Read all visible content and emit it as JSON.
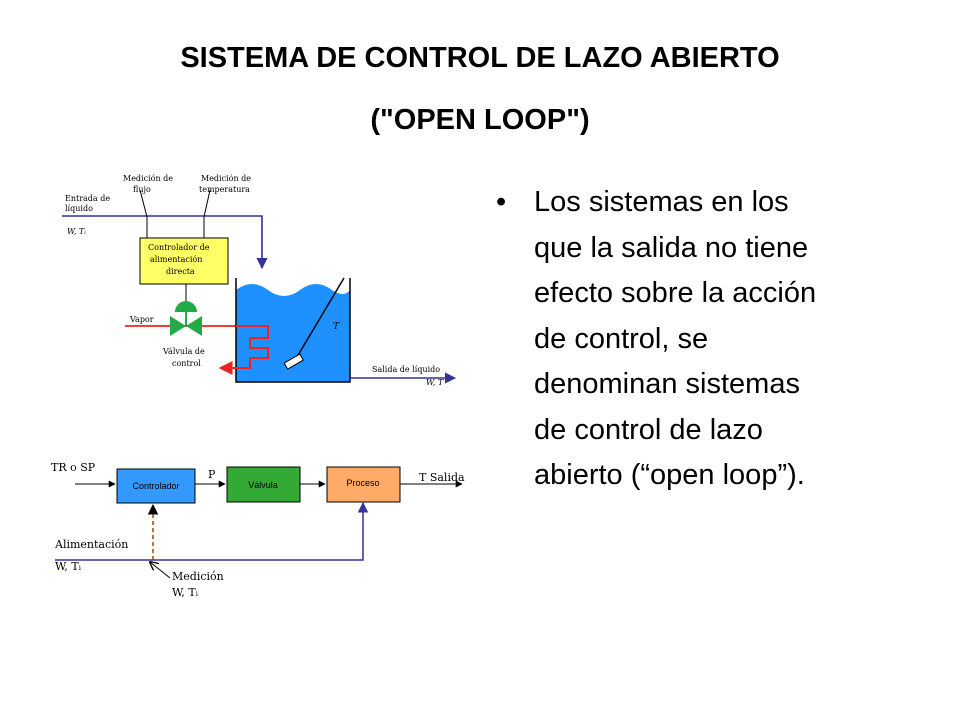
{
  "slide": {
    "title_line1": "SISTEMA DE CONTROL DE LAZO ABIERTO",
    "title_line2": "(\"OPEN LOOP\")",
    "bullet_lines": [
      "Los sistemas en los",
      "que la salida no tiene",
      "efecto sobre la acción",
      "de control, se",
      "denominan sistemas",
      "de control de lazo",
      "abierto (“open loop”)."
    ]
  },
  "process_diagram": {
    "label_medicion_flujo_1": "Medición de",
    "label_medicion_flujo_2": "flujo",
    "label_medicion_temp_1": "Medición de",
    "label_medicion_temp_2": "temperatura",
    "label_entrada_1": "Entrada de",
    "label_entrada_2": "líquido",
    "label_entrada_vars": "W, Tᵢ",
    "controller_line1": "Controlador de",
    "controller_line2": "alimentación",
    "controller_line3": "directa",
    "label_vapor": "Vapor",
    "label_valvula_1": "Válvula de",
    "label_valvula_2": "control",
    "label_tank_T": "T",
    "label_salida": "Salida de líquido",
    "label_salida_vars": "W, T"
  },
  "block_diagram": {
    "input_label": "TR o SP",
    "block_controlador": "Controlador",
    "signal_p": "P",
    "block_valvula": "Válvula",
    "block_proceso": "Proceso",
    "output_label": "T  Salida",
    "alimentacion_label": "Alimentación",
    "alimentacion_vars": "W, Tᵢ",
    "medicion_label": "Medición",
    "medicion_vars": "W, Tᵢ"
  },
  "colors": {
    "controller_fill": "#ffff66",
    "tank_water": "#1e90ff",
    "valve_green": "#22aa44",
    "steam_red": "#ee2222",
    "line_blue": "#333399",
    "block_blue": "#3399ff",
    "block_green": "#33aa33",
    "block_orange": "#ffaa66",
    "dashed_brown": "#aa4400"
  }
}
